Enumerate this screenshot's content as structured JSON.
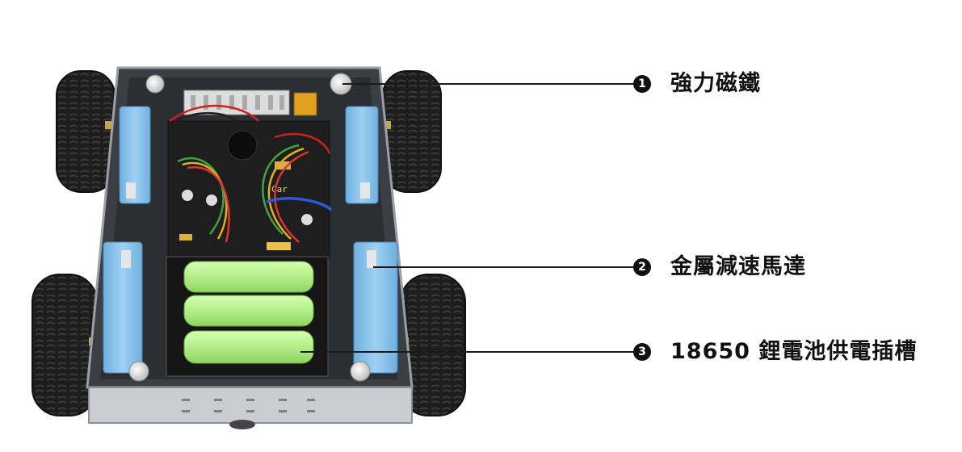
{
  "callouts": [
    {
      "number": "1",
      "label": "強力磁鐵"
    },
    {
      "number": "2",
      "label": "金屬減速馬達"
    },
    {
      "number": "3",
      "label": "18650 鋰電池供電插槽"
    }
  ],
  "board": {
    "silkscreen": "Car"
  },
  "colors": {
    "chassis": "#c9ccd0",
    "chassis_dark": "#3b3f44",
    "motor": "#8ec3ea",
    "battery": "#b7f08a",
    "tire": "#1d1d1d",
    "board": "#1e1e1e",
    "magnet": "#eeeeee",
    "line": "#1a1a1a"
  }
}
